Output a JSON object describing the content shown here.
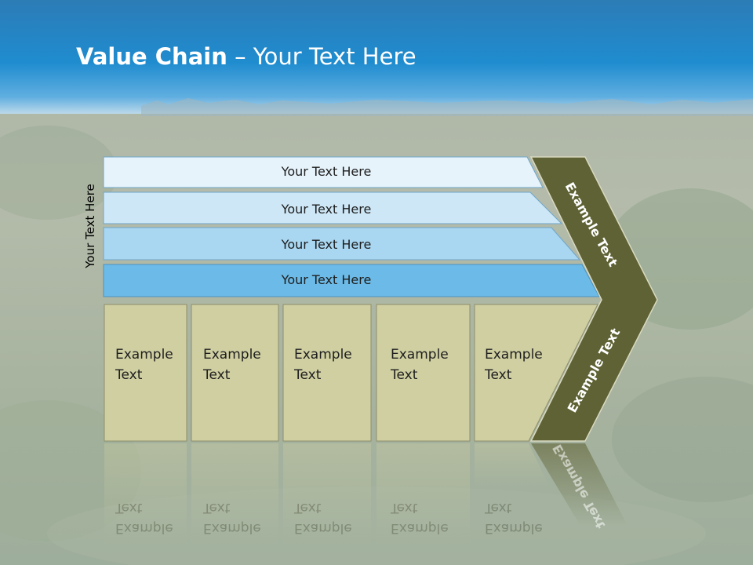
{
  "slide": {
    "title_bold": "Value Chain",
    "title_rest": " – Your Text Here",
    "vertical_label": "Your Text Here"
  },
  "bars": [
    {
      "label": "Your Text Here"
    },
    {
      "label": "Your Text Here"
    },
    {
      "label": "Your Text Here"
    },
    {
      "label": "Your Text Here"
    }
  ],
  "columns": [
    {
      "line1": "Example",
      "line2": "Text"
    },
    {
      "line1": "Example",
      "line2": "Text"
    },
    {
      "line1": "Example",
      "line2": "Text"
    },
    {
      "line1": "Example",
      "line2": "Text"
    },
    {
      "line1": "Example",
      "line2": "Text"
    }
  ],
  "chevron": {
    "upper_label": "Example Text",
    "lower_label": "Example Text"
  },
  "colors": {
    "bar_1": "#e6f3fb",
    "bar_2": "#cde7f6",
    "bar_3": "#a9d6f0",
    "bar_4": "#6cbae7",
    "column_fill": "#cfcfa2",
    "chevron_fill": "#5f6234",
    "header_blue": "#2a87c4"
  }
}
